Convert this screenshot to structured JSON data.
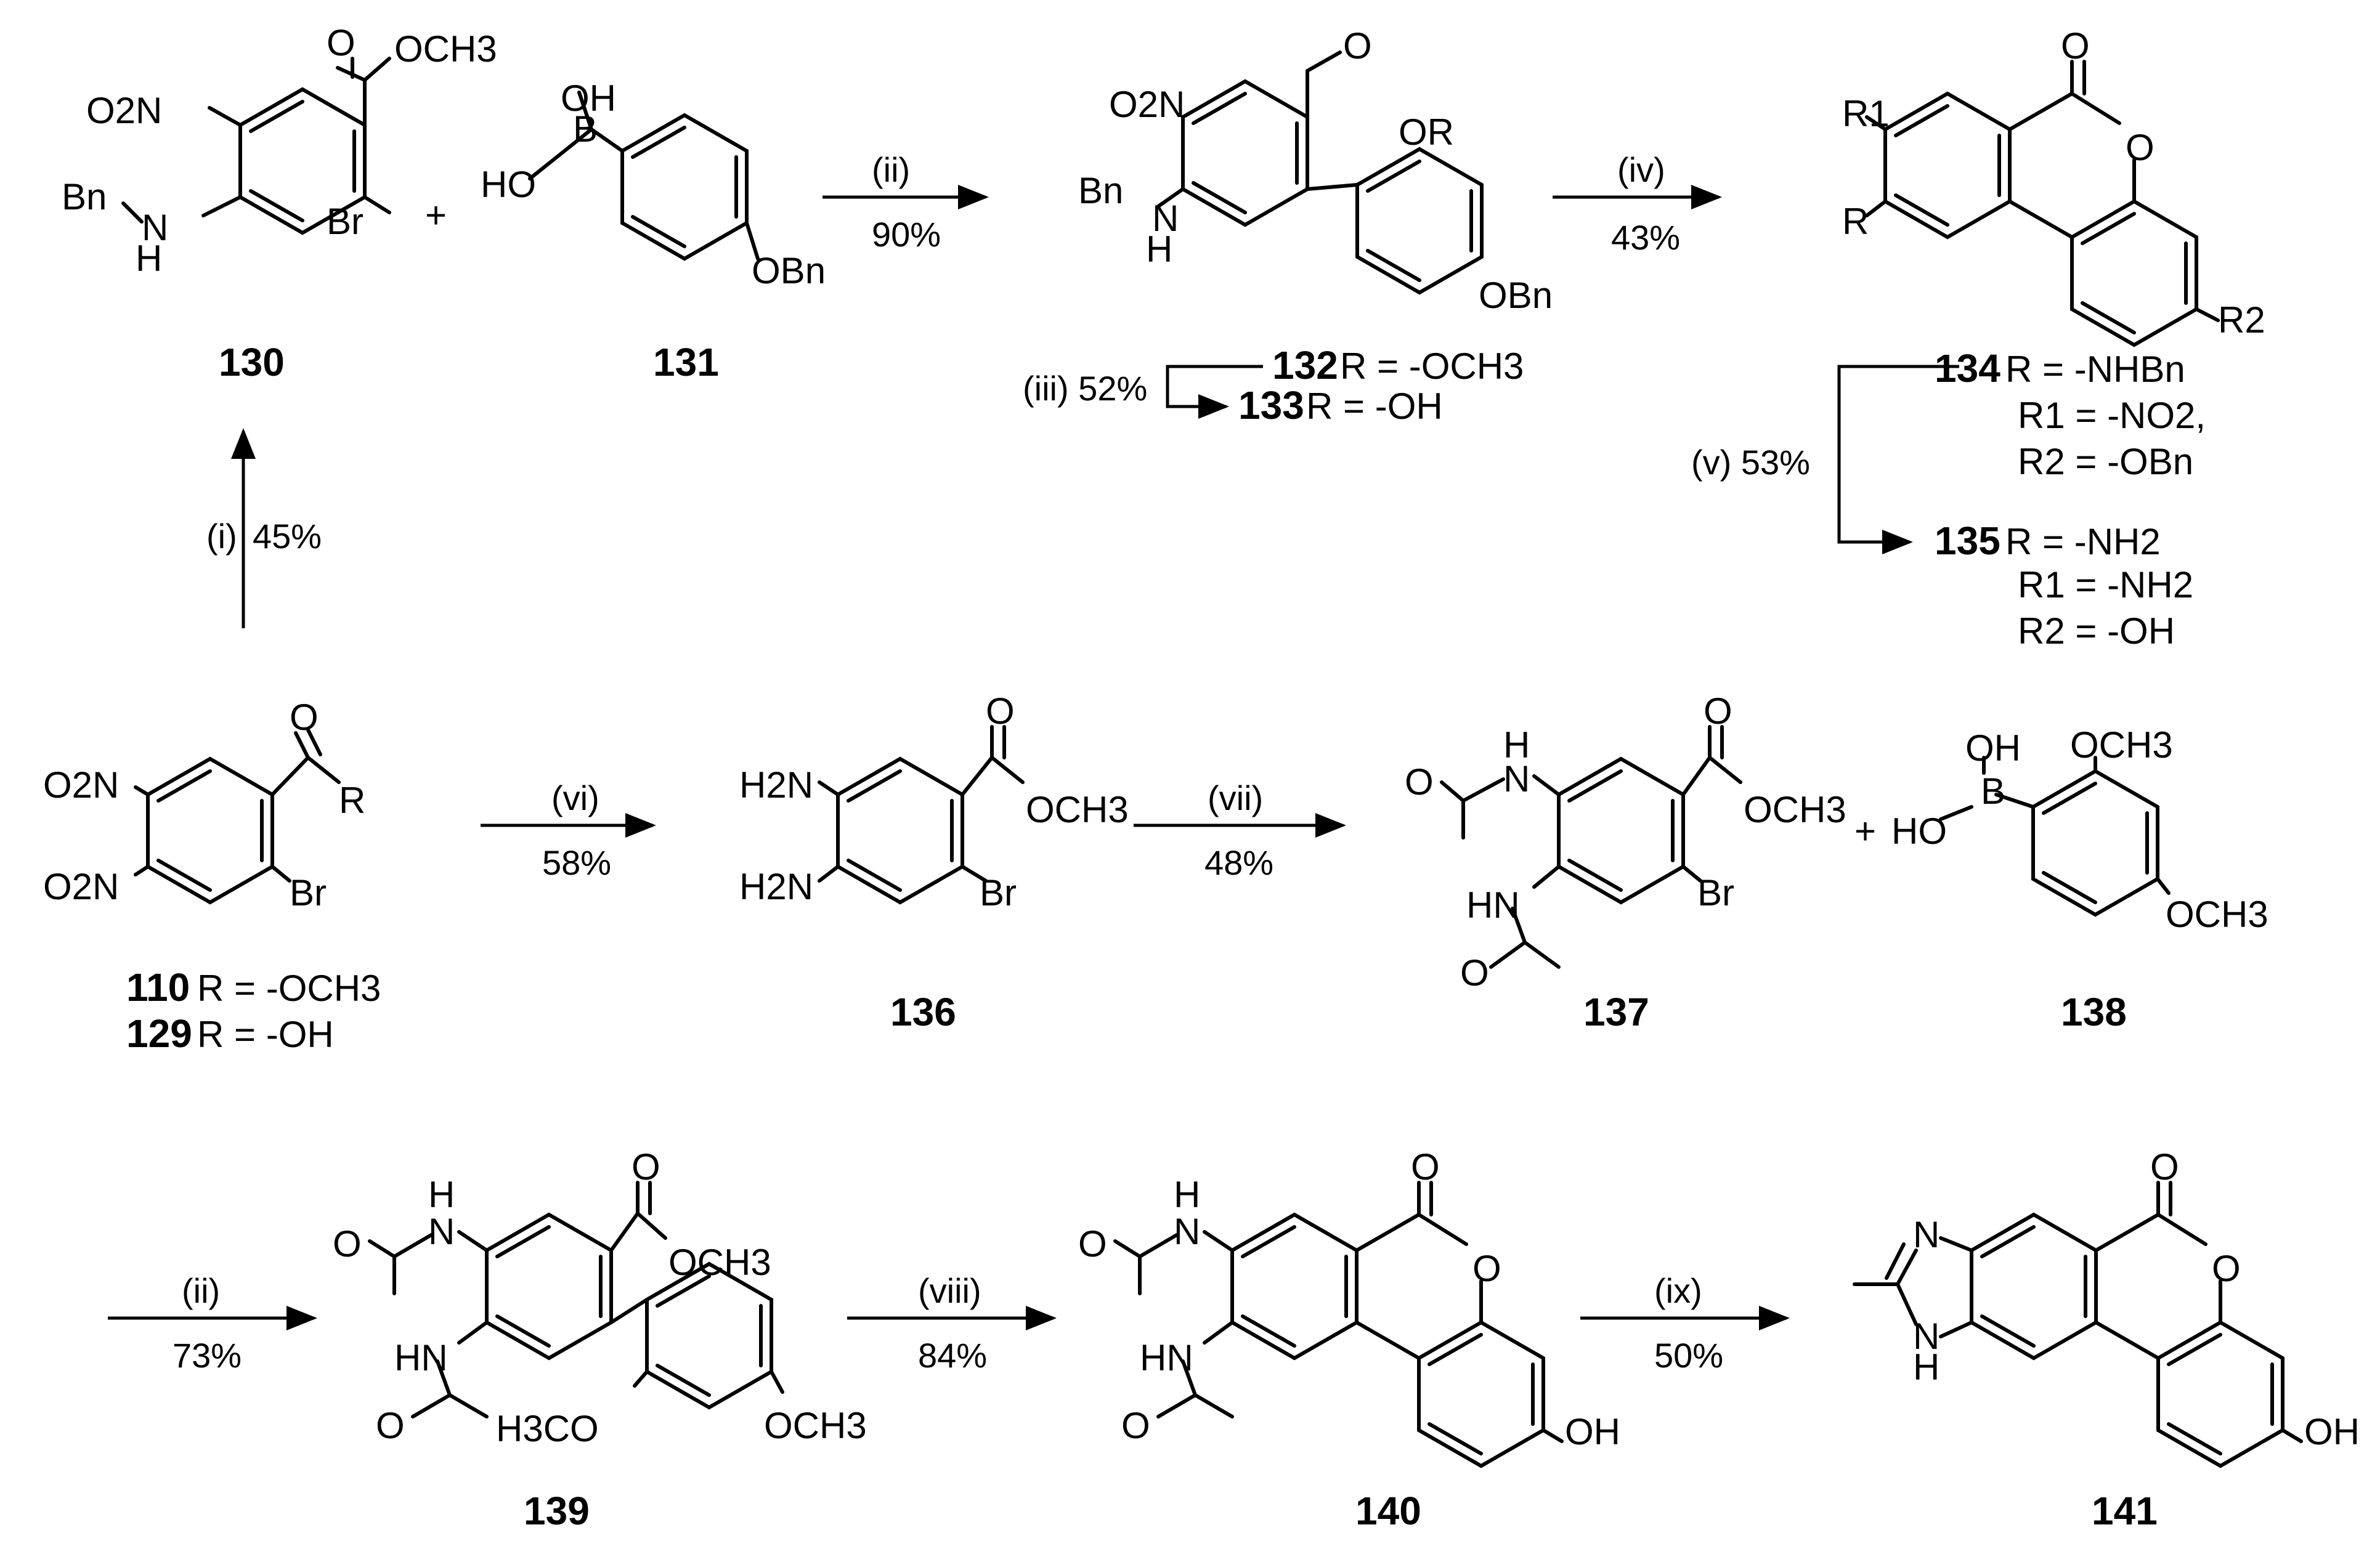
{
  "compounds": {
    "c130": {
      "number": "130",
      "groups": {
        "no2": "O2N",
        "ester": "OCH3",
        "nh": "N",
        "h": "H",
        "bn": "Bn",
        "br": "Br",
        "o": "O"
      }
    },
    "c131": {
      "number": "131",
      "groups": {
        "oh1": "OH",
        "b": "B",
        "ho": "HO",
        "obn": "OBn"
      }
    },
    "c132": {
      "number": "132",
      "r": "R = -OCH3"
    },
    "c133": {
      "number": "133",
      "r": "R = -OH"
    },
    "c132_drawn": {
      "groups": {
        "no2": "O2N",
        "o": "O",
        "or": "OR",
        "bn": "Bn",
        "n": "N",
        "h": "H",
        "obn": "OBn"
      }
    },
    "c134": {
      "number": "134",
      "r": "R = -NHBn",
      "r1": "R1 = -NO2,",
      "r2": "R2 = -OBn"
    },
    "c135": {
      "number": "135",
      "r": "R = -NH2",
      "r1": "R1 = -NH2",
      "r2": "R2 = -OH"
    },
    "c134_drawn": {
      "groups": {
        "r1": "R1",
        "r": "R",
        "o_ring": "O",
        "o_carb": "O",
        "r2": "R2"
      }
    },
    "c110": {
      "number": "110",
      "r": "R = -OCH3"
    },
    "c129": {
      "number": "129",
      "r": "R = -OH"
    },
    "c110_drawn": {
      "groups": {
        "no2a": "O2N",
        "no2b": "O2N",
        "o": "O",
        "r": "R",
        "br": "Br"
      }
    },
    "c136": {
      "number": "136",
      "groups": {
        "nh2a": "H2N",
        "nh2b": "H2N",
        "o": "O",
        "ester": "OCH3",
        "br": "Br"
      }
    },
    "c137": {
      "number": "137",
      "groups": {
        "o1": "O",
        "n1": "N",
        "h1": "H",
        "hn2": "HN",
        "o2": "O",
        "o3": "O",
        "ester": "OCH3",
        "br": "Br"
      }
    },
    "c138": {
      "number": "138",
      "groups": {
        "oh": "OH",
        "b": "B",
        "ho": "HO",
        "och3a": "OCH3",
        "och3b": "OCH3"
      }
    },
    "c139": {
      "number": "139",
      "groups": {
        "o1": "O",
        "n1": "N",
        "h1": "H",
        "hn2": "HN",
        "o2": "O",
        "o3": "O",
        "ester": "OCH3",
        "h3co": "H3CO",
        "och3": "OCH3"
      }
    },
    "c140": {
      "number": "140",
      "groups": {
        "o1": "O",
        "n1": "N",
        "h1": "H",
        "hn2": "HN",
        "o2": "O",
        "o_carb": "O",
        "o_ring": "O",
        "oh": "OH"
      }
    },
    "c141": {
      "number": "141",
      "groups": {
        "n1": "N",
        "n2": "N",
        "h": "H",
        "o_carb": "O",
        "o_ring": "O",
        "oh": "OH"
      }
    }
  },
  "plus_signs": [
    "+",
    "+"
  ],
  "steps": {
    "i": {
      "reagent": "(i)",
      "yield": "45%"
    },
    "ii_top": {
      "reagent": "(ii)",
      "yield": "90%"
    },
    "iii": {
      "reagent": "(iii) 52%"
    },
    "iv": {
      "reagent": "(iv)",
      "yield": "43%"
    },
    "v": {
      "reagent": "(v) 53%"
    },
    "vi": {
      "reagent": "(vi)",
      "yield": "58%"
    },
    "vii": {
      "reagent": "(vii)",
      "yield": "48%"
    },
    "ii_bottom": {
      "reagent": "(ii)",
      "yield": "73%"
    },
    "viii": {
      "reagent": "(viii)",
      "yield": "84%"
    },
    "ix": {
      "reagent": "(ix)",
      "yield": "50%"
    }
  }
}
